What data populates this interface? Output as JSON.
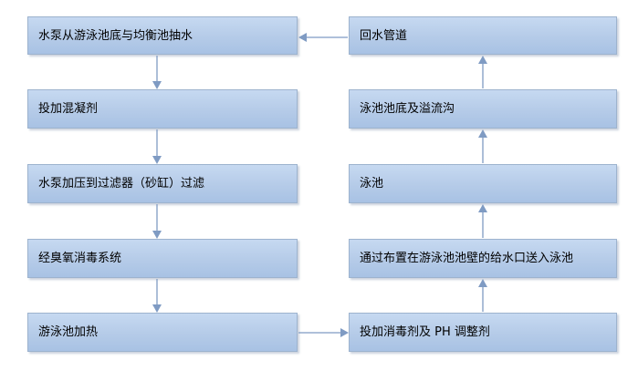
{
  "left_column": [
    "水泵从游泳池底与均衡池抽水",
    "投加混凝剂",
    "水泵加压到过滤器（砂缸）过滤",
    "经臭氧消毒系统",
    "游泳池加热"
  ],
  "right_column": [
    "回水管道",
    "泳池池底及溢流沟",
    "泳池",
    "通过布置在游泳池池壁的给水口送入泳池",
    "投加消毒剂及 PH 调整剂"
  ],
  "colors": {
    "box_fill": "#b9cfeb",
    "box_border": "#9db3ce",
    "arrow": "#7f9bc3"
  }
}
